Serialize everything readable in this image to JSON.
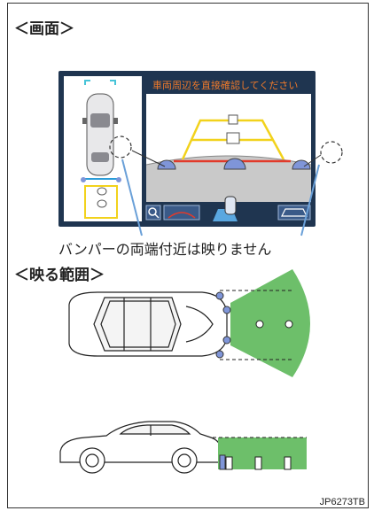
{
  "heading_screen": "＜画面＞",
  "screen_warning": "車両周辺を直接確認してください",
  "caption": "バンパーの両端付近は映りません",
  "heading_range": "＜映る範囲＞",
  "figure_code": "JP6273TB",
  "colors": {
    "screen_bg": "#1f3550",
    "warning_text": "#f07a2a",
    "guide_yellow": "#f2d21c",
    "guide_red": "#e23a2a",
    "range_green": "#6dbf6a",
    "sensor_blue": "#7f95d8"
  },
  "icons": [
    "magnifier-icon",
    "camera-view-icon",
    "wide-view-icon",
    "car-top-icon",
    "car-side-icon"
  ]
}
